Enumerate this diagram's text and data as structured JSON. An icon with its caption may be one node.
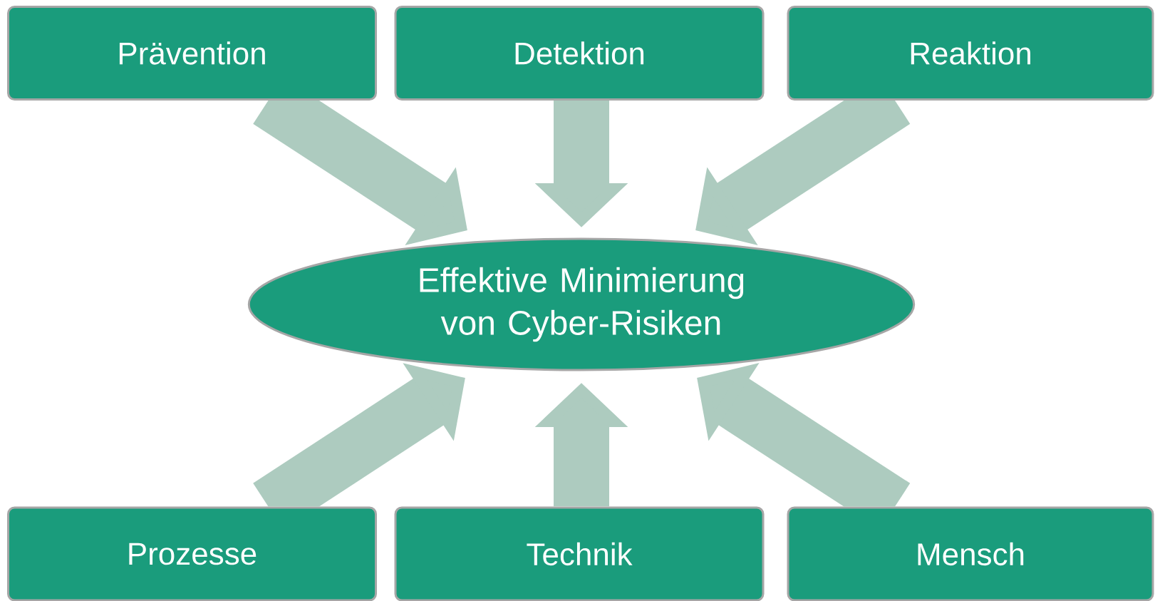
{
  "diagram": {
    "nodes": [
      {
        "text": [
          "Prävention"
        ]
      },
      {
        "text": [
          "Detektion"
        ]
      },
      {
        "text": [
          "Reaktion"
        ]
      },
      {
        "text": [
          "Effektive Minimierung von Cyber-Risiken"
        ]
      },
      {
        "text": [
          "Prozesse"
        ]
      },
      {
        "text": [
          "Technik"
        ]
      },
      {
        "text": [
          "Mensch"
        ]
      }
    ],
    "edges": [
      {
        "from": 0,
        "to": 3,
        "arrow": "to"
      },
      {
        "from": 1,
        "to": 3,
        "arrow": "to"
      },
      {
        "from": 2,
        "to": 3,
        "arrow": "to"
      },
      {
        "from": 4,
        "to": 3,
        "arrow": "to"
      },
      {
        "from": 5,
        "to": 3,
        "arrow": "to"
      },
      {
        "from": 6,
        "to": 3,
        "arrow": "to"
      }
    ]
  }
}
